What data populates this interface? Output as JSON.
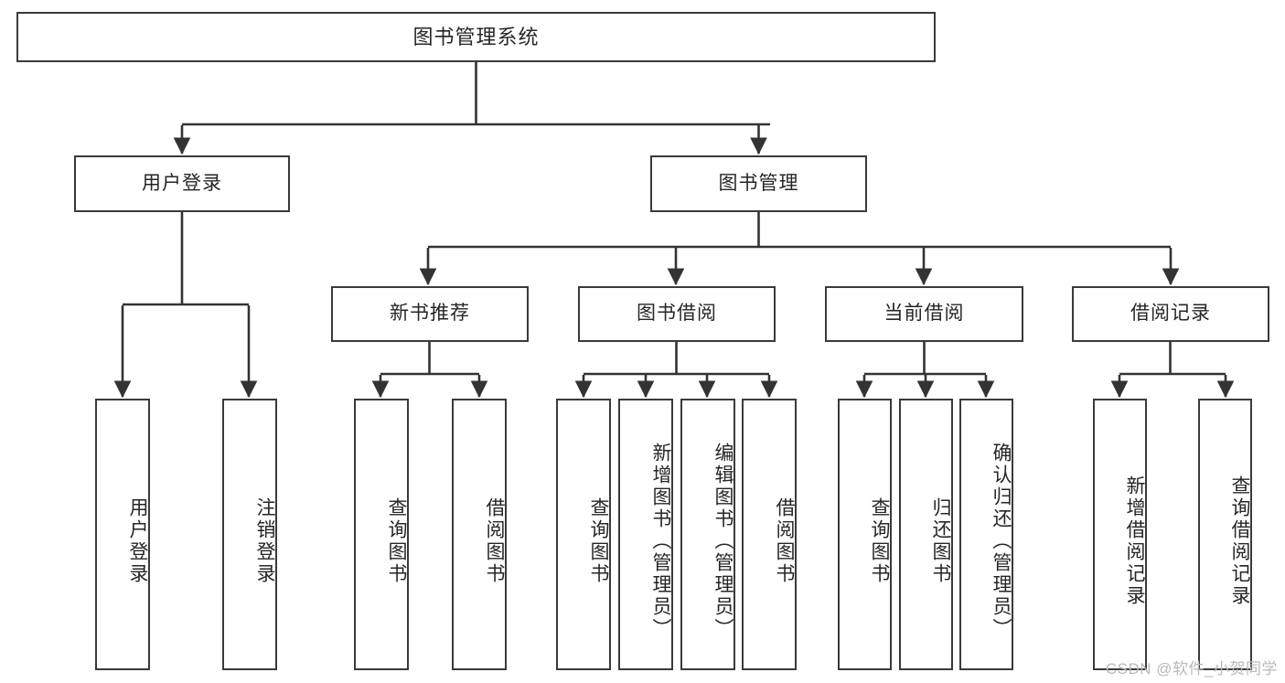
{
  "diagram": {
    "title": "图书管理系统",
    "type": "hierarchy-tree",
    "watermark": "CSDN @软件_小贺同学",
    "colors": {
      "box_border": "#3a3a3a",
      "box_fill": "#ffffff",
      "connector": "#333333",
      "text": "#262626",
      "watermark": "#b9b9b9",
      "background": "#ffffff"
    },
    "nodes": {
      "root": {
        "label": "图书管理系统"
      },
      "level2": [
        {
          "label": "用户登录"
        },
        {
          "label": "图书管理"
        }
      ],
      "level3": [
        {
          "label": "新书推荐"
        },
        {
          "label": "图书借阅"
        },
        {
          "label": "当前借阅"
        },
        {
          "label": "借阅记录"
        }
      ],
      "leaves": {
        "user_login": [
          {
            "label": "用户登录"
          },
          {
            "label": "注销登录"
          }
        ],
        "new_book": [
          {
            "label": "查询图书"
          },
          {
            "label": "借阅图书"
          }
        ],
        "book_borrow": [
          {
            "label": "查询图书"
          },
          {
            "label": "新增图书（管理员）"
          },
          {
            "label": "编辑图书（管理员）"
          },
          {
            "label": "借阅图书"
          }
        ],
        "current_borrow": [
          {
            "label": "查询图书"
          },
          {
            "label": "归还图书"
          },
          {
            "label": "确认归还（管理员）"
          }
        ],
        "borrow_record": [
          {
            "label": "新增借阅记录"
          },
          {
            "label": "查询借阅记录"
          }
        ]
      }
    }
  }
}
